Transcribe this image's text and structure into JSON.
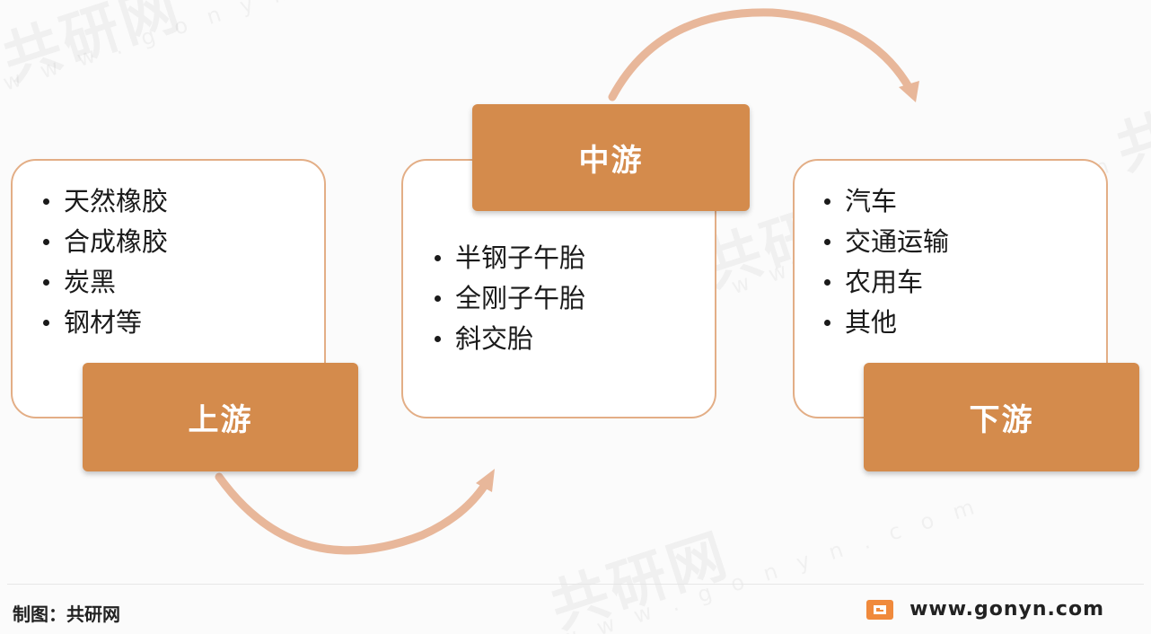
{
  "colors": {
    "label_fill": "#d48b4c",
    "box_border": "#e3ae86",
    "arrow": "#e8b79a"
  },
  "stages": {
    "upstream": {
      "label": "上游",
      "items": [
        "天然橡胶",
        "合成橡胶",
        "炭黑",
        "钢材等"
      ]
    },
    "midstream": {
      "label": "中游",
      "items": [
        "半钢子午胎",
        "全刚子午胎",
        "斜交胎"
      ]
    },
    "downstream": {
      "label": "下游",
      "items": [
        "汽车",
        "交通运输",
        "农用车",
        "其他"
      ]
    }
  },
  "footer": {
    "source": "制图：共研网",
    "website": "www.gonyn.com",
    "logo_icon": "gonyn-logo-icon"
  },
  "watermark": {
    "logo_text": "共研网",
    "url_text": "w w w . g o n y n . c o m"
  }
}
